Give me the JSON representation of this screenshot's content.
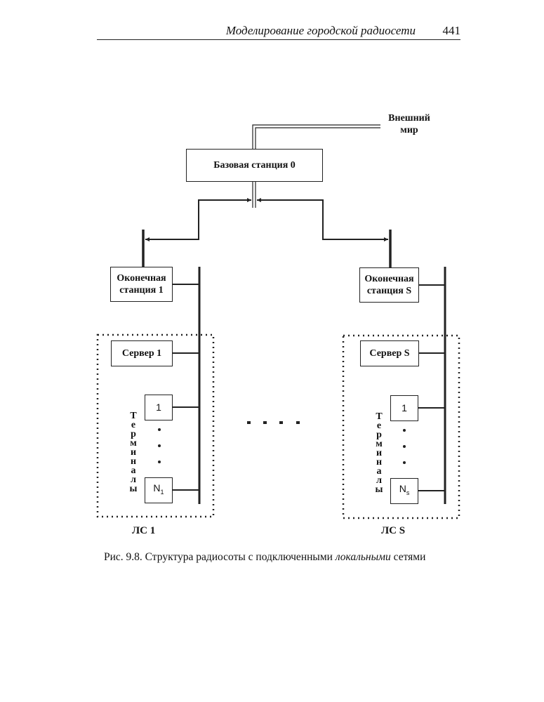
{
  "header": {
    "title": "Моделирование городской радиосети",
    "page_number": "441"
  },
  "diagram": {
    "external_world": [
      "Внешний",
      "мир"
    ],
    "base_station": "Базовая станция  0",
    "end_stations": [
      {
        "line1": "Оконечная",
        "line2": "станция  1"
      },
      {
        "line1": "Оконечная",
        "line2": "станция S"
      }
    ],
    "lans": [
      {
        "server": "Сервер  1",
        "terminal_first": "1",
        "terminal_last": "N",
        "terminal_last_sub": "1",
        "terminals_label": [
          "Т",
          "е",
          "р",
          "м",
          "и",
          "н",
          "а",
          "л",
          "ы"
        ],
        "lan_label": "ЛС  1"
      },
      {
        "server": "Сервер  S",
        "terminal_first": "1",
        "terminal_last": "N",
        "terminal_last_sub": "s",
        "terminals_label": [
          "Т",
          "е",
          "р",
          "м",
          "и",
          "н",
          "а",
          "л",
          "ы"
        ],
        "lan_label": "ЛС  S"
      }
    ],
    "ellipsis": "• • • •"
  },
  "caption": {
    "prefix": "Рис. 9.8. Структура радиосоты с подключенными ",
    "italic": "локальными",
    "suffix": " сетями"
  }
}
